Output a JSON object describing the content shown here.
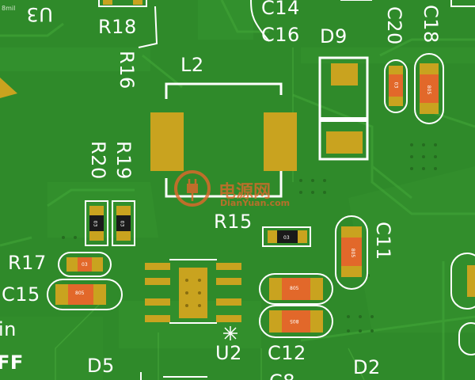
{
  "refdes": {
    "u3": "U3",
    "r18": "R18",
    "r16": "R16",
    "c14": "C14",
    "c16": "C16",
    "d9": "D9",
    "c20": "C20",
    "c18": "C18",
    "l2": "L2",
    "r20": "R20",
    "r19": "R19",
    "r15": "R15",
    "c11": "C11",
    "r17": "R17",
    "c15": "C15",
    "u2": "U2",
    "c12": "C12",
    "d5": "D5",
    "d2": "D2"
  },
  "partial": {
    "in_text": "in",
    "ff_text": "FF",
    "c8_fragment": "C8",
    "mil": "8mil"
  },
  "package_codes": {
    "r19": "03",
    "r20": "03",
    "r17": "03",
    "r15": "03",
    "c15": "805",
    "c12_a": "805",
    "c12_b": "805",
    "c11": "805",
    "c20": "03",
    "c18": "805"
  },
  "watermark": {
    "brand": "电源网",
    "site": "DianYuan.com"
  },
  "colors": {
    "board": "#2f8a2a",
    "trace": "#3b9a33",
    "silk": "#ffffff",
    "pad": "#c9a31f",
    "ceramic": "#e2682a",
    "resistor_body": "#1a1a1a"
  }
}
